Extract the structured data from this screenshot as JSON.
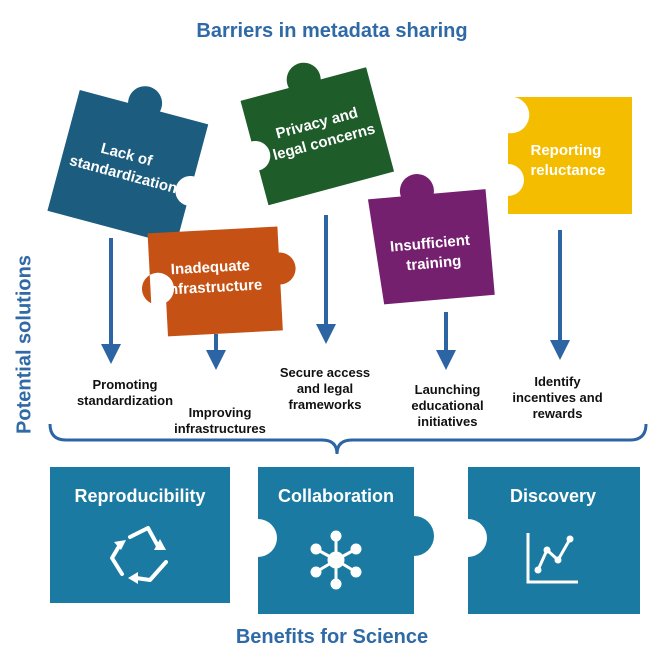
{
  "titles": {
    "top": "Barriers in metadata sharing",
    "side": "Potential solutions",
    "bottom": "Benefits for Science"
  },
  "colors": {
    "title": "#2f6aa6",
    "lack": "#1c5d7f",
    "privacy": "#1e5c2a",
    "reporting": "#f5bd00",
    "infrastructure": "#c55214",
    "training": "#74206f",
    "arrow": "#2c64a4",
    "benefit": "#1a7aa1"
  },
  "barriers": {
    "lack": [
      "Lack of",
      "standardization"
    ],
    "privacy": [
      "Privacy and",
      "legal concerns"
    ],
    "reporting": [
      "Reporting",
      "reluctance"
    ],
    "infrastructure": [
      "Inadequate",
      "infrastructure"
    ],
    "training": [
      "Insufficient",
      "training"
    ]
  },
  "solutions": {
    "s1": [
      "Promoting",
      "standardization"
    ],
    "s2": [
      "Improving",
      "infrastructures"
    ],
    "s3": [
      "Secure access",
      "and legal",
      "frameworks"
    ],
    "s4": [
      "Launching",
      "educational",
      "initiatives"
    ],
    "s5": [
      "Identify",
      "incentives and",
      "rewards"
    ]
  },
  "benefits": {
    "b1": {
      "label": "Reproducibility",
      "icon": "recycle-icon"
    },
    "b2": {
      "label": "Collaboration",
      "icon": "network-icon"
    },
    "b3": {
      "label": "Discovery",
      "icon": "line-chart-icon"
    }
  }
}
